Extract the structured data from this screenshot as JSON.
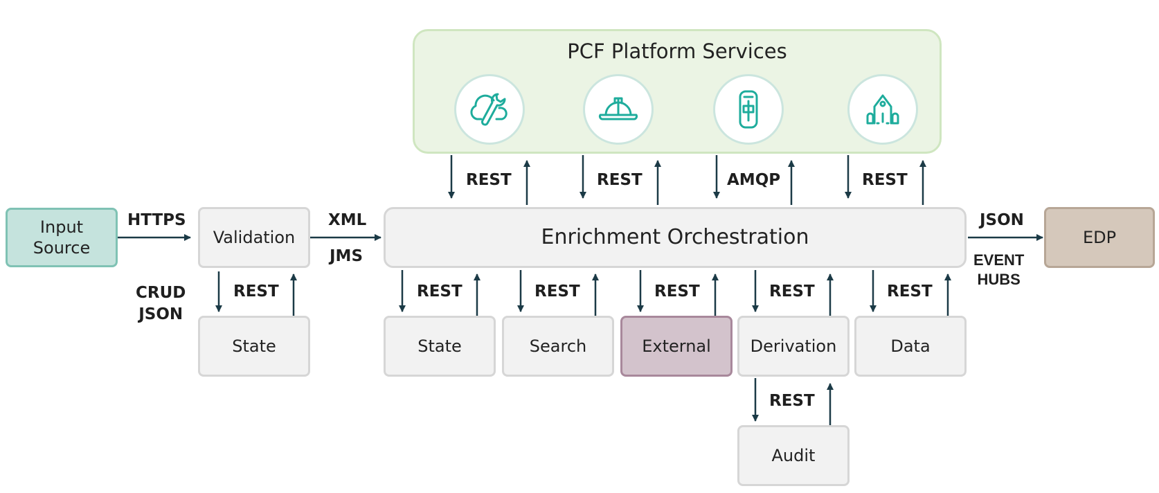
{
  "platform": {
    "title": "PCF Platform Services",
    "icons": [
      "cloud-wrench-icon",
      "hardhat-icon",
      "device-icon",
      "chapel-icon"
    ],
    "links": [
      "REST",
      "REST",
      "AMQP",
      "REST"
    ]
  },
  "input_source": {
    "line1": "Input",
    "line2": "Source",
    "protocol": "HTTPS"
  },
  "validation": {
    "label": "Validation",
    "out_line1": "XML",
    "out_line2": "JMS",
    "state_label": "State",
    "state_protocol": "REST",
    "side_line1": "CRUD",
    "side_line2": "JSON"
  },
  "orchestrator": {
    "label": "Enrichment Orchestration"
  },
  "services": [
    {
      "label": "State",
      "protocol": "REST"
    },
    {
      "label": "Search",
      "protocol": "REST"
    },
    {
      "label": "External",
      "protocol": "REST"
    },
    {
      "label": "Derivation",
      "protocol": "REST"
    },
    {
      "label": "Data",
      "protocol": "REST"
    }
  ],
  "audit": {
    "label": "Audit",
    "protocol": "REST"
  },
  "output": {
    "label": "EDP",
    "protocol": "JSON",
    "sub_line1": "EVENT",
    "sub_line2": "HUBS"
  },
  "colors": {
    "input_fill": "#c5e3dd",
    "input_border": "#7fc2b4",
    "external_fill": "#d3c3cc",
    "external_border": "#a8889b",
    "edp_fill": "#d5c8bb",
    "edp_border": "#b7a696",
    "arrow": "#1b3a46",
    "icon": "#1eac9c"
  }
}
